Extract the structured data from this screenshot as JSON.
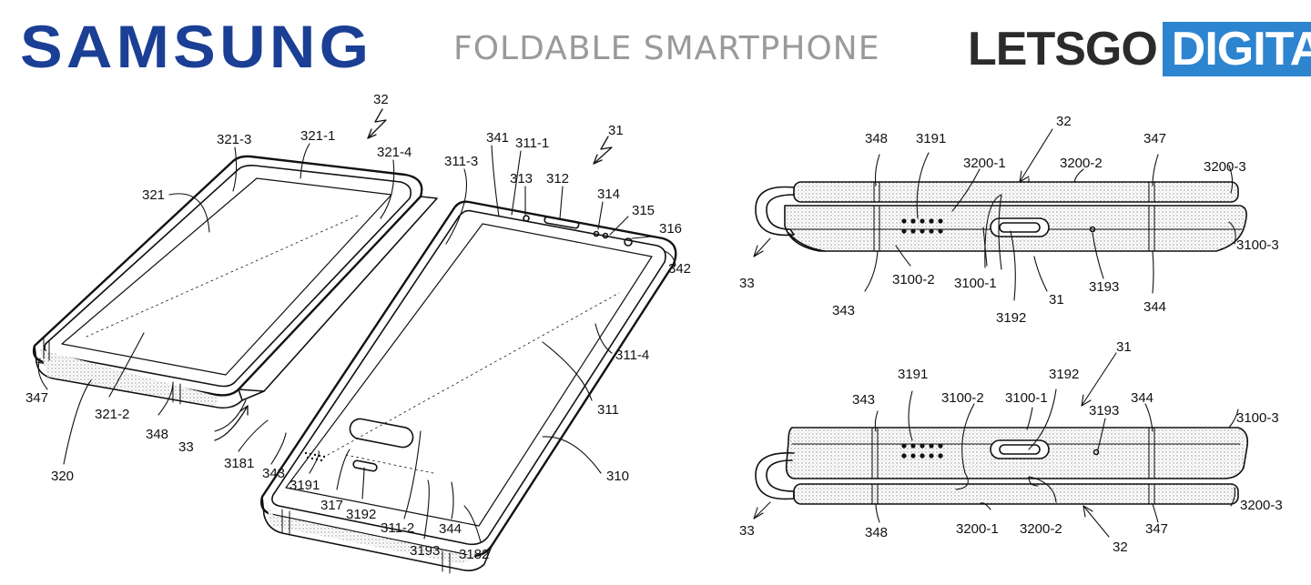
{
  "header": {
    "brand": "SAMSUNG",
    "title": "FOLDABLE SMARTPHONE",
    "site_left": "LETSGO",
    "site_right": "DIGITAL"
  },
  "colors": {
    "brand_blue": "#1a3f95",
    "title_gray": "#9a9a9a",
    "site_dark": "#2b2b2b",
    "site_blue": "#2d84cf"
  },
  "labels": {
    "l32a": "32",
    "l321_3": "321-3",
    "l321_1": "321-1",
    "l321_4": "321-4",
    "l321": "321",
    "l341": "341",
    "l311_1": "311-1",
    "l31a": "31",
    "l311_3": "311-3",
    "l313": "313",
    "l312": "312",
    "l314": "314",
    "l315": "315",
    "l316": "316",
    "l342": "342",
    "l311_4": "311-4",
    "l311": "311",
    "l310": "310",
    "l347a": "347",
    "l321_2": "321-2",
    "l348a": "348",
    "l33a": "33",
    "l320": "320",
    "l3181": "3181",
    "l343a": "343",
    "l3191a": "3191",
    "l317": "317",
    "l3192a": "3192",
    "l311_2": "311-2",
    "l3193a": "3193",
    "l344a": "344",
    "l3182": "3182",
    "r32a": "32",
    "r348a": "348",
    "r3191a": "3191",
    "r3200_1a": "3200-1",
    "r3200_2a": "3200-2",
    "r347a": "347",
    "r3200_3a": "3200-3",
    "r3100_3a": "3100-3",
    "r33a": "33",
    "r343a": "343",
    "r3100_2a": "3100-2",
    "r3100_1a": "3100-1",
    "r3192a": "3192",
    "r31a": "31",
    "r3193a": "3193",
    "r344a": "344",
    "r31b": "31",
    "r3191b": "3191",
    "r3192b": "3192",
    "r343b": "343",
    "r3100_2b": "3100-2",
    "r3100_1b": "3100-1",
    "r3193b": "3193",
    "r344b": "344",
    "r3100_3b": "3100-3",
    "r3200_3b": "3200-3",
    "r33b": "33",
    "r348b": "348",
    "r3200_1b": "3200-1",
    "r3200_2b": "3200-2",
    "r347b": "347",
    "r32b": "32"
  }
}
